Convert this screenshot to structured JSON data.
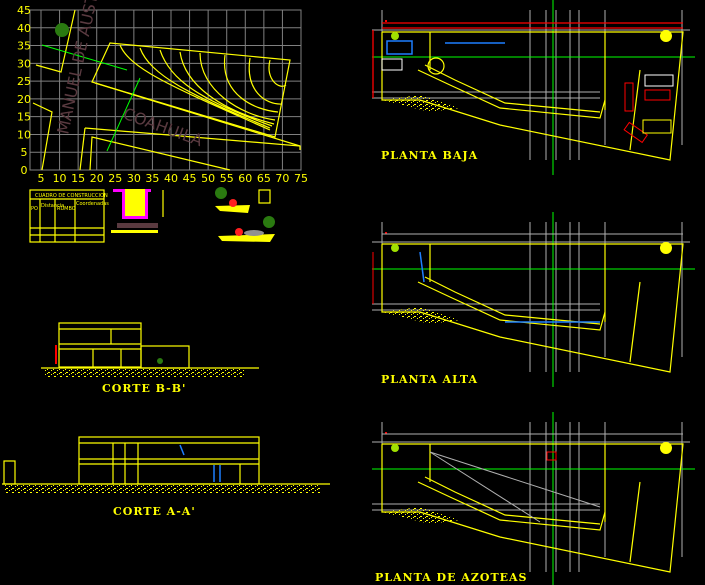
{
  "topo_plan": {
    "x_ticks": [
      5,
      10,
      15,
      20,
      25,
      30,
      35,
      40,
      45,
      50,
      55,
      60,
      65,
      70,
      75
    ],
    "y_ticks": [
      0,
      5,
      10,
      15,
      20,
      25,
      30,
      35,
      40,
      45
    ],
    "street_1": "MANUEL DE AUSTRI",
    "street_2": "COAHUILA"
  },
  "construction_table": {
    "title": "CUADRO DE CONSTRUCCION",
    "headers": [
      "PO",
      "Distancia",
      "RUMBO",
      "Coordenadas"
    ]
  },
  "drawings": {
    "planta_baja": "PLANTA BAJA",
    "planta_alta": "PLANTA ALTA",
    "planta_azoteas": "PLANTA DE AZOTEAS",
    "corte_bb": "CORTE B-B'",
    "corte_aa": "CORTE A-A'"
  },
  "colors": {
    "background": "#000000",
    "lines": "#ffff00",
    "grid": "#b0b0b0",
    "axis": "#00ff00",
    "accent": "#ff0000",
    "water": "#1e7fff"
  }
}
